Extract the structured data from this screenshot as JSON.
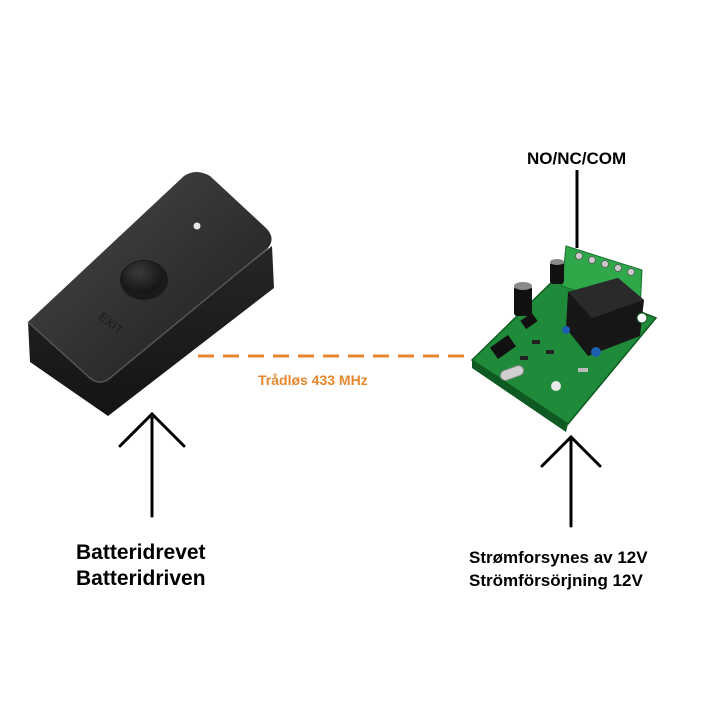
{
  "labels": {
    "relay_output": "NO/NC/COM",
    "wireless_link": "Trådløs 433 MHz",
    "button_caption_line1": "Batteridrevet",
    "button_caption_line2": "Batteridriven",
    "receiver_caption_line1": "Strømforsynes av 12V",
    "receiver_caption_line2": "Strömförsörjning 12V",
    "button_engraving": "EXIT"
  },
  "colors": {
    "wireless_dash": "#e8862e",
    "pcb_green": "#1f8a3a",
    "terminal_green": "#2fa84a",
    "housing": "#2b2b2b"
  },
  "icons": [
    "up-arrow-icon",
    "up-arrow-icon"
  ]
}
